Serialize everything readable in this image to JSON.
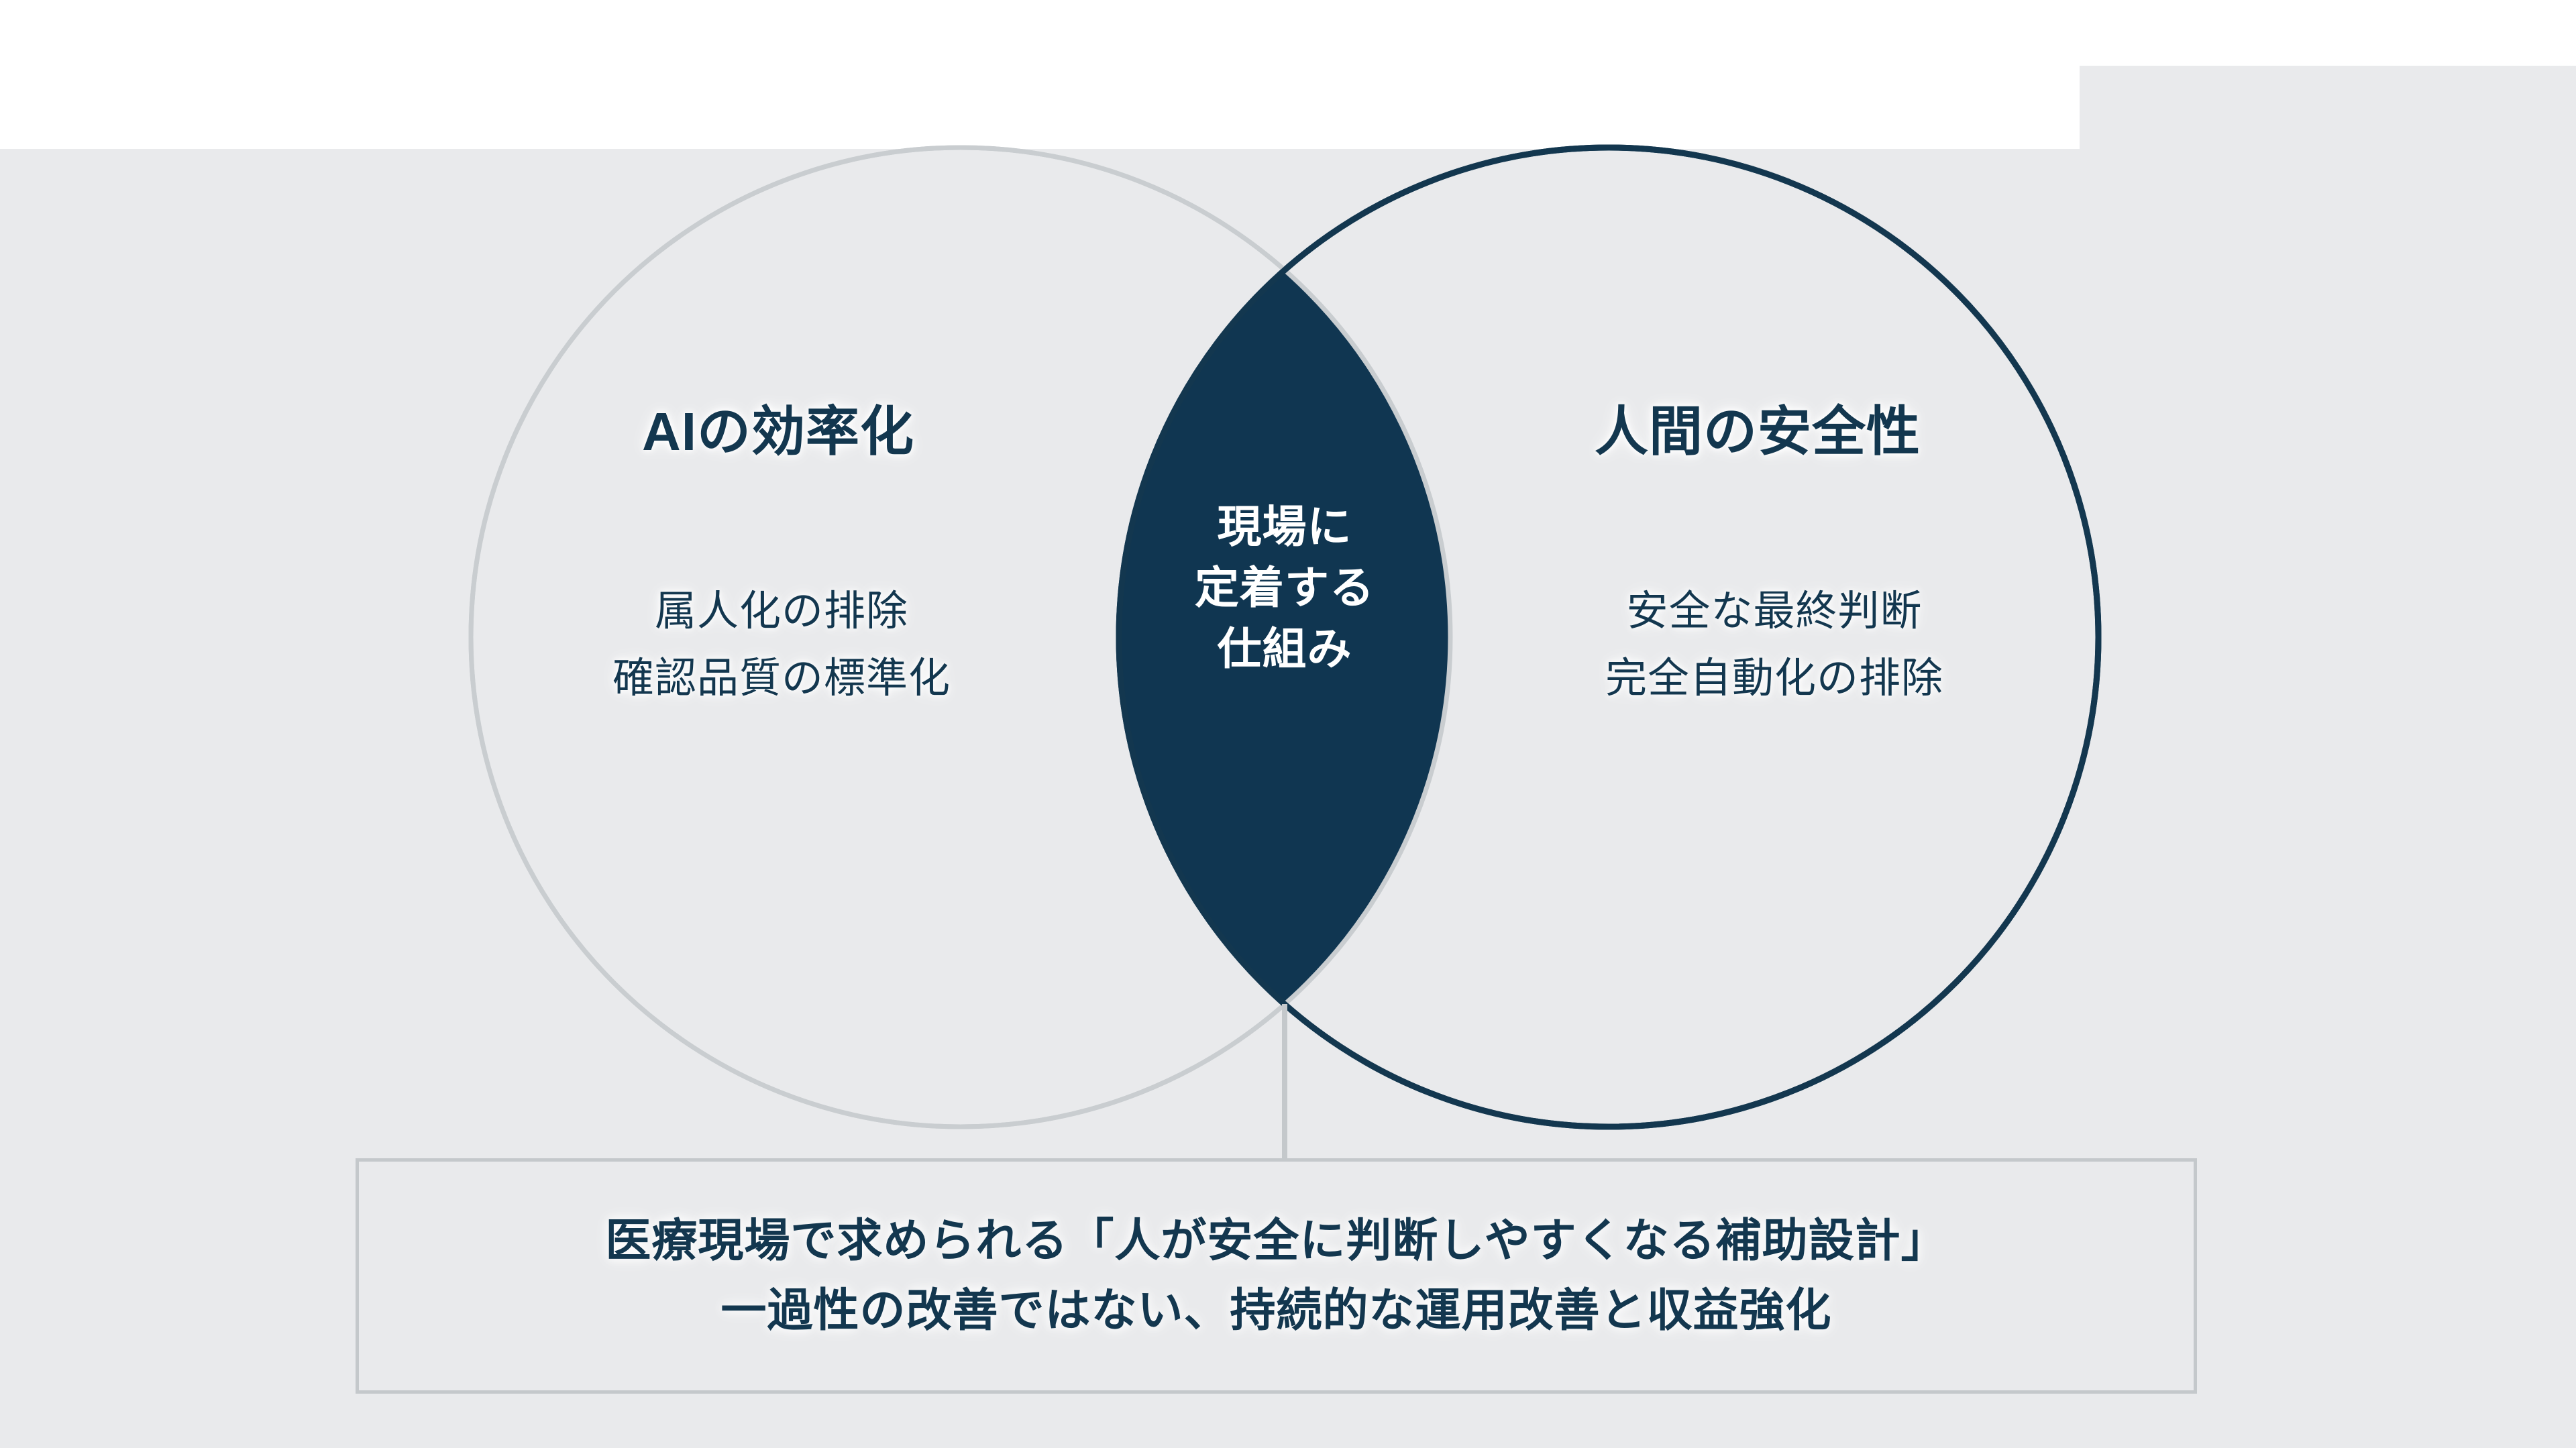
{
  "diagram": {
    "type": "venn",
    "left_circle": {
      "title": "AIの効率化",
      "items": [
        "属人化の排除",
        "確認品質の標準化"
      ],
      "fill_color": "#e9eaec",
      "stroke_color": "#c9cdd0"
    },
    "right_circle": {
      "title": "人間の安全性",
      "items": [
        "安全な最終判断",
        "完全自動化の排除"
      ],
      "fill_color": "#e9eaec",
      "stroke_color": "#13374f"
    },
    "intersection": {
      "lines": [
        "現場に",
        "定着する",
        "仕組み"
      ],
      "fill_color": "#103651",
      "text_color": "#ffffff"
    },
    "connector": {
      "name": "vertical-connector-line",
      "color": "#c4c8cb"
    }
  },
  "caption": {
    "lines": [
      "医療現場で求められる「人が安全に判断しやすくなる補助設計」",
      "一過性の改善ではない、持続的な運用改善と収益強化"
    ],
    "border_color": "#c4c8cb",
    "text_color": "#13374f"
  },
  "theme": {
    "background": "#ffffff",
    "band": "#e9eaec",
    "accent": "#13374f"
  }
}
